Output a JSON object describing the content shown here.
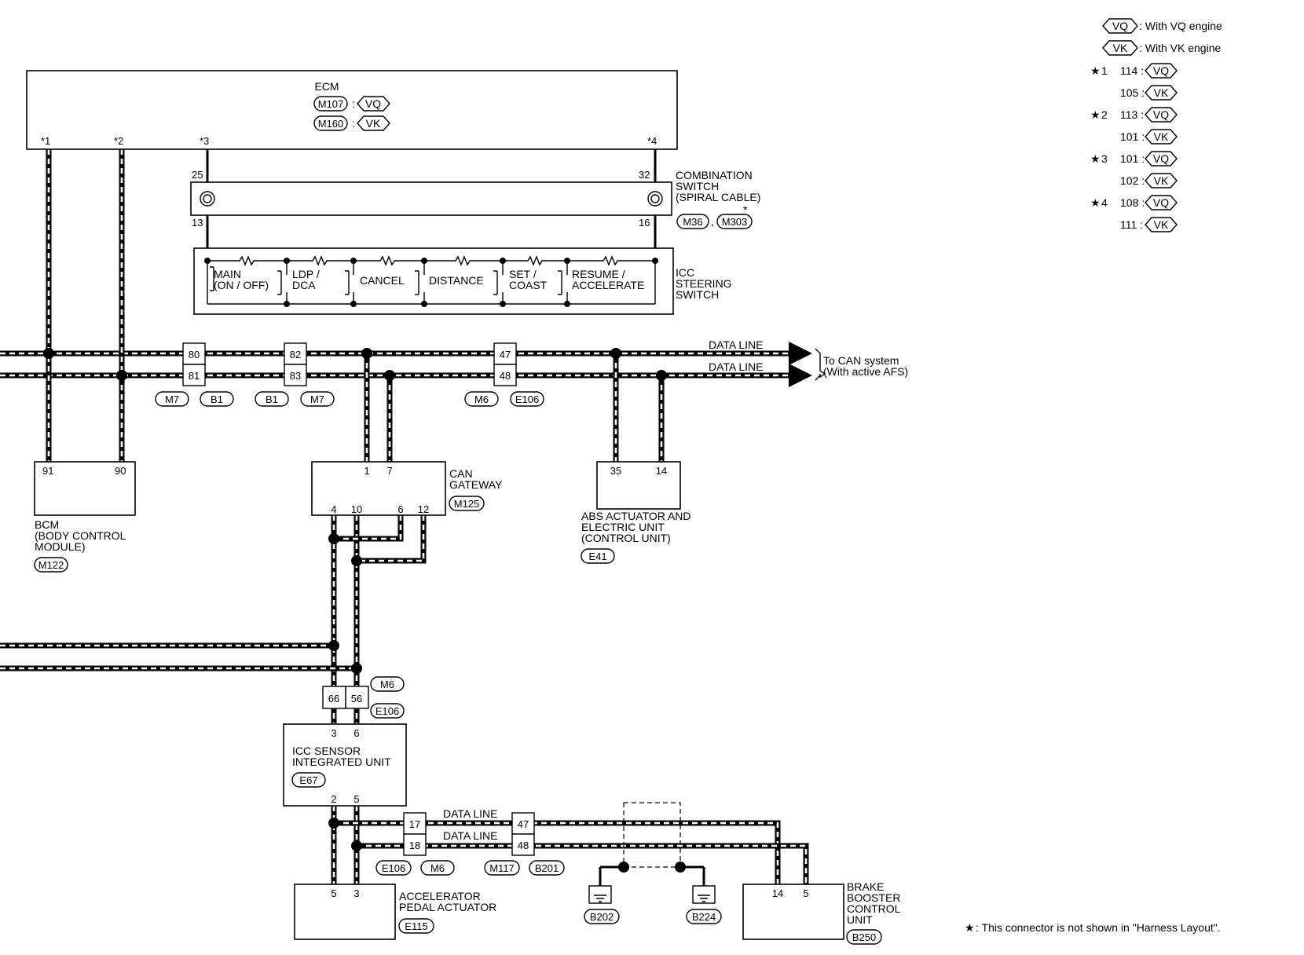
{
  "legend": {
    "vq_tag": "VQ",
    "vq_desc": ": With VQ engine",
    "vk_tag": "VK",
    "vk_desc": ": With VK engine",
    "star": "★",
    "r1": {
      "mark": "1",
      "vq_pin": "114 :",
      "vk_pin": "105 :"
    },
    "r2": {
      "mark": "2",
      "vq_pin": "113 :",
      "vk_pin": "101 :"
    },
    "r3": {
      "mark": "3",
      "vq_pin": "101 :",
      "vk_pin": "102 :"
    },
    "r4": {
      "mark": "4",
      "vq_pin": "108 :",
      "vk_pin": "111 :"
    }
  },
  "ecm": {
    "title": "ECM",
    "conn_vq": "M107",
    "conn_vk": "M160",
    "colon": ":",
    "tag_vq": "VQ",
    "tag_vk": "VK",
    "pins": {
      "p1": "*1",
      "p2": "*2",
      "p3": "*3",
      "p4": "*4"
    }
  },
  "combination_switch": {
    "line1": "COMBINATION",
    "line2": "SWITCH",
    "line3": "(SPIRAL CABLE)",
    "pin_tl": "25",
    "pin_tr": "32",
    "pin_bl": "13",
    "pin_br": "16",
    "conn1": "M36",
    "conn2": "M303",
    "sep": ",",
    "star": "*"
  },
  "icc_switch": {
    "line1": "ICC",
    "line2": "STEERING",
    "line3": "SWITCH",
    "sw_main_1": "MAIN",
    "sw_main_2": "(ON / OFF)",
    "sw_ldp_1": "LDP /",
    "sw_ldp_2": "DCA",
    "sw_cancel": "CANCEL",
    "sw_distance": "DISTANCE",
    "sw_set_1": "SET /",
    "sw_set_2": "COAST",
    "sw_resume_1": "RESUME /",
    "sw_resume_2": "ACCELERATE"
  },
  "data_lines": {
    "label_upper": "DATA LINE",
    "label_lower": "DATA LINE",
    "to_can_1": "To CAN system",
    "to_can_2": "(With active AFS)"
  },
  "joints": {
    "j1_top": "80",
    "j1_bot": "81",
    "j1_ca": "M7",
    "j1_cb": "B1",
    "j2_top": "82",
    "j2_bot": "83",
    "j2_ca": "B1",
    "j2_cb": "M7",
    "j3_top": "47",
    "j3_bot": "48",
    "j3_ca": "M6",
    "j3_cb": "E106",
    "j4_left": "66",
    "j4_right": "56",
    "j4_ca": "M6",
    "j4_cb": "E106",
    "j5_top": "17",
    "j5_bot": "18",
    "j5_ca": "E106",
    "j5_cb": "M6",
    "j6_top": "47",
    "j6_bot": "48",
    "j6_ca": "M117",
    "j6_cb": "B201"
  },
  "bcm": {
    "line1": "BCM",
    "line2": "(BODY CONTROL",
    "line3": "MODULE)",
    "pin_a": "91",
    "pin_b": "90",
    "conn": "M122"
  },
  "can_gateway": {
    "line1": "CAN",
    "line2": "GATEWAY",
    "conn": "M125",
    "pin_1": "1",
    "pin_7": "7",
    "pin_4": "4",
    "pin_10": "10",
    "pin_6": "6",
    "pin_12": "12"
  },
  "abs": {
    "line1": "ABS ACTUATOR AND",
    "line2": "ELECTRIC UNIT",
    "line3": "(CONTROL UNIT)",
    "conn": "E41",
    "pin_a": "35",
    "pin_b": "14"
  },
  "icc_sensor": {
    "line1": "ICC SENSOR",
    "line2": "INTEGRATED UNIT",
    "conn": "E67",
    "pin_top_a": "3",
    "pin_top_b": "6",
    "pin_bot_a": "2",
    "pin_bot_b": "5"
  },
  "lower_lines": {
    "label_upper": "DATA LINE",
    "label_lower": "DATA LINE"
  },
  "accelerator": {
    "line1": "ACCELERATOR",
    "line2": "PEDAL ACTUATOR",
    "conn": "E115",
    "pin_a": "5",
    "pin_b": "3"
  },
  "grounds": {
    "g1": "B202",
    "g2": "B224"
  },
  "brake_booster": {
    "line1": "BRAKE",
    "line2": "BOOSTER",
    "line3": "CONTROL",
    "line4": "UNIT",
    "conn": "B250",
    "pin_a": "14",
    "pin_b": "5"
  },
  "footnote": {
    "star": "★",
    "text": ": This connector is not shown in \"Harness Layout\"."
  },
  "colors": {
    "ink": "#000000",
    "paper": "#ffffff"
  }
}
